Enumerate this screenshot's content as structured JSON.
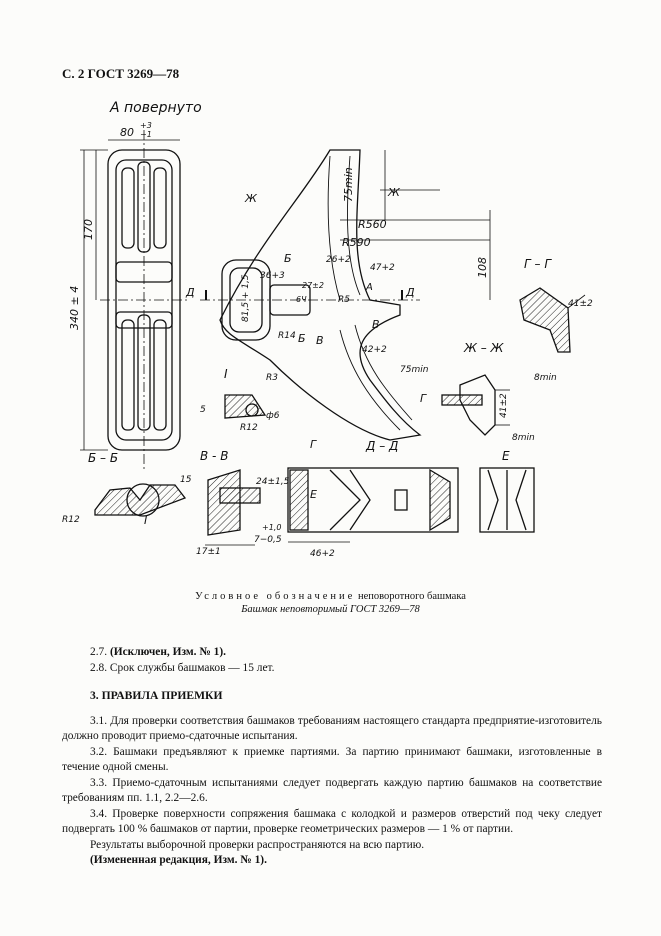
{
  "header": {
    "page_ref": "С. 2 ГОСТ 3269—78"
  },
  "drawing": {
    "view_title": "А повернуто",
    "labels": {
      "width_top": "80",
      "tol_plus": "+3",
      "tol_minus": "−1",
      "dim_170": "170",
      "dim_340": "340 ± 4",
      "zh1": "Ж",
      "zh2": "Ж",
      "dim_75min_top": "75min",
      "r560": "R560",
      "r590": "R590",
      "dim_108": "108",
      "b1": "Б",
      "dim_26": "26+2",
      "dim_47": "47+2",
      "a_mark": "А",
      "dim_36": "36+3",
      "dim_27": "27±2",
      "dim_6": "6Ч",
      "r5": "R5",
      "d1": "Д",
      "d2": "Д",
      "dim_81": "81,5 + 1,5",
      "r14": "R14",
      "b2": "Б",
      "v1": "В",
      "v2": "В",
      "dim_42": "42+2",
      "dim_75min_bot": "75min",
      "g1": "Г",
      "g2": "Г",
      "roman_1": "I",
      "r3": "R3",
      "dim_5": "5",
      "phi6": "ф6",
      "r12_detail": "R12",
      "gg_title": "Г – Г",
      "dim_41": "41±2",
      "zhzh_title": "Ж – Ж",
      "dim_8min_a": "8min",
      "dim_41_v": "41±2",
      "dim_8min_b": "8min",
      "bb_title": "Б – Б",
      "dim_15": "15",
      "r12": "R12",
      "roman_1b": "I",
      "vv_title": "В - В",
      "dim_24": "24±1,5",
      "dim_10": "+1,0",
      "dim_7": "7−0,5",
      "dim_17": "17±1",
      "dd_title": "Д – Д",
      "e1": "Е",
      "dim_46": "46+2",
      "e_title": "Е"
    }
  },
  "caption": {
    "line1_spaced": "Условное обозначение",
    "line1_rest": " неповоротного башмака",
    "line2": "Башмак неповторимый ГОСТ 3269—78"
  },
  "body": {
    "p27_num": "2.7. ",
    "p27_bold": "(Исключен, Изм. № 1).",
    "p28": "2.8. Срок службы башмаков — 15 лет.",
    "section3": "3. ПРАВИЛА ПРИЕМКИ",
    "p31": "3.1. Для проверки соответствия башмаков требованиям настоящего стандарта предприятие-изготовитель должно проводит приемо-сдаточные испытания.",
    "p32": "3.2. Башмаки предъявляют к приемке партиями. За партию принимают башмаки, изготовленные в течение одной смены.",
    "p33": "3.3. Приемо-сдаточным испытаниями следует подвергать каждую партию башмаков на соответствие требованиям пп. 1.1, 2.2—2.6.",
    "p34": "3.4. Проверке поверхности сопряжения башмака с колодкой и размеров отверстий под чеку следует подвергать 100 % башмаков от партии, проверке геометрических размеров — 1 % от партии.",
    "p34b": "Результаты выборочной проверки распространяются на всю партию.",
    "p34_bold": "(Измененная редакция, Изм. № 1)."
  }
}
